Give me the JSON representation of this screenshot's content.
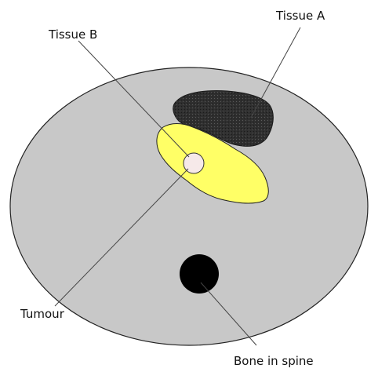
{
  "labels": {
    "tissue_a": "Tissue A",
    "tissue_b": "Tissue B",
    "tumour": "Tumour",
    "bone": "Bone in spine"
  },
  "colors": {
    "body": "#c8c8c8",
    "tissue_a": "#2f2f2f",
    "tissue_b": "#ffff66",
    "tumour": "#f6e9e9",
    "bone": "#000000",
    "outline": "#222222",
    "leader": "#444444"
  }
}
